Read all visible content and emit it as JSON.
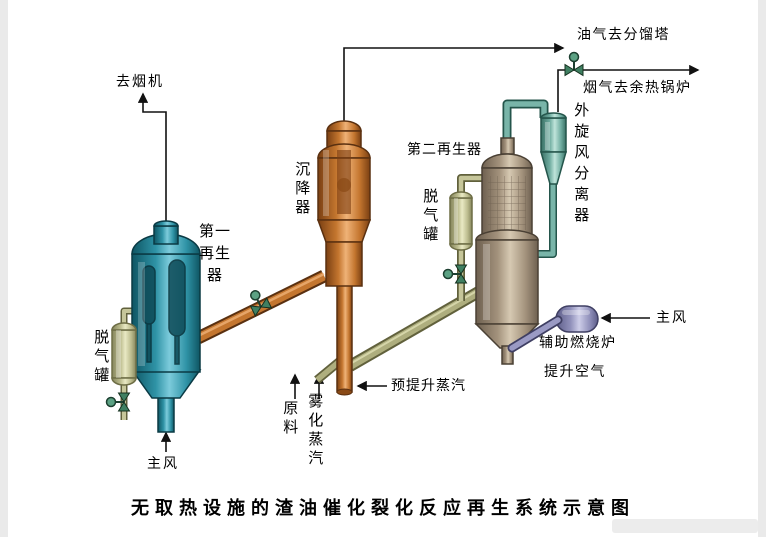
{
  "diagram": {
    "title": "无取热设施的渣油催化裂化反应再生系统示意图",
    "labels": {
      "to_flue_gas_machine": "去烟机",
      "first_regenerator": "第一再生器",
      "degas_tank_left": "脱气罐",
      "main_air_left": "主风",
      "settler": "沉降器",
      "feedstock": "原料",
      "atomizing_steam": "雾化蒸汽",
      "prelift_steam": "预提升蒸汽",
      "second_regenerator": "第二再生器",
      "degas_tank_right": "脱气罐",
      "external_cyclone_separator": "外旋风分离器",
      "oil_gas_to_fractionator": "油气去分馏塔",
      "flue_gas_to_waste_heat_boiler": "烟气去余热锅炉",
      "auxiliary_combustion_furnace": "辅助燃烧炉",
      "main_air_right": "主风",
      "lift_air": "提升空气"
    },
    "colors": {
      "first_regenerator": "#2f93a6",
      "settler": "#c4762f",
      "second_regenerator": "#a3927c",
      "degas_tank": "#c6c69a",
      "cyclone": "#6faca0",
      "furnace": "#9191bb",
      "valve": "#3f7f61",
      "line": "#111111"
    }
  }
}
